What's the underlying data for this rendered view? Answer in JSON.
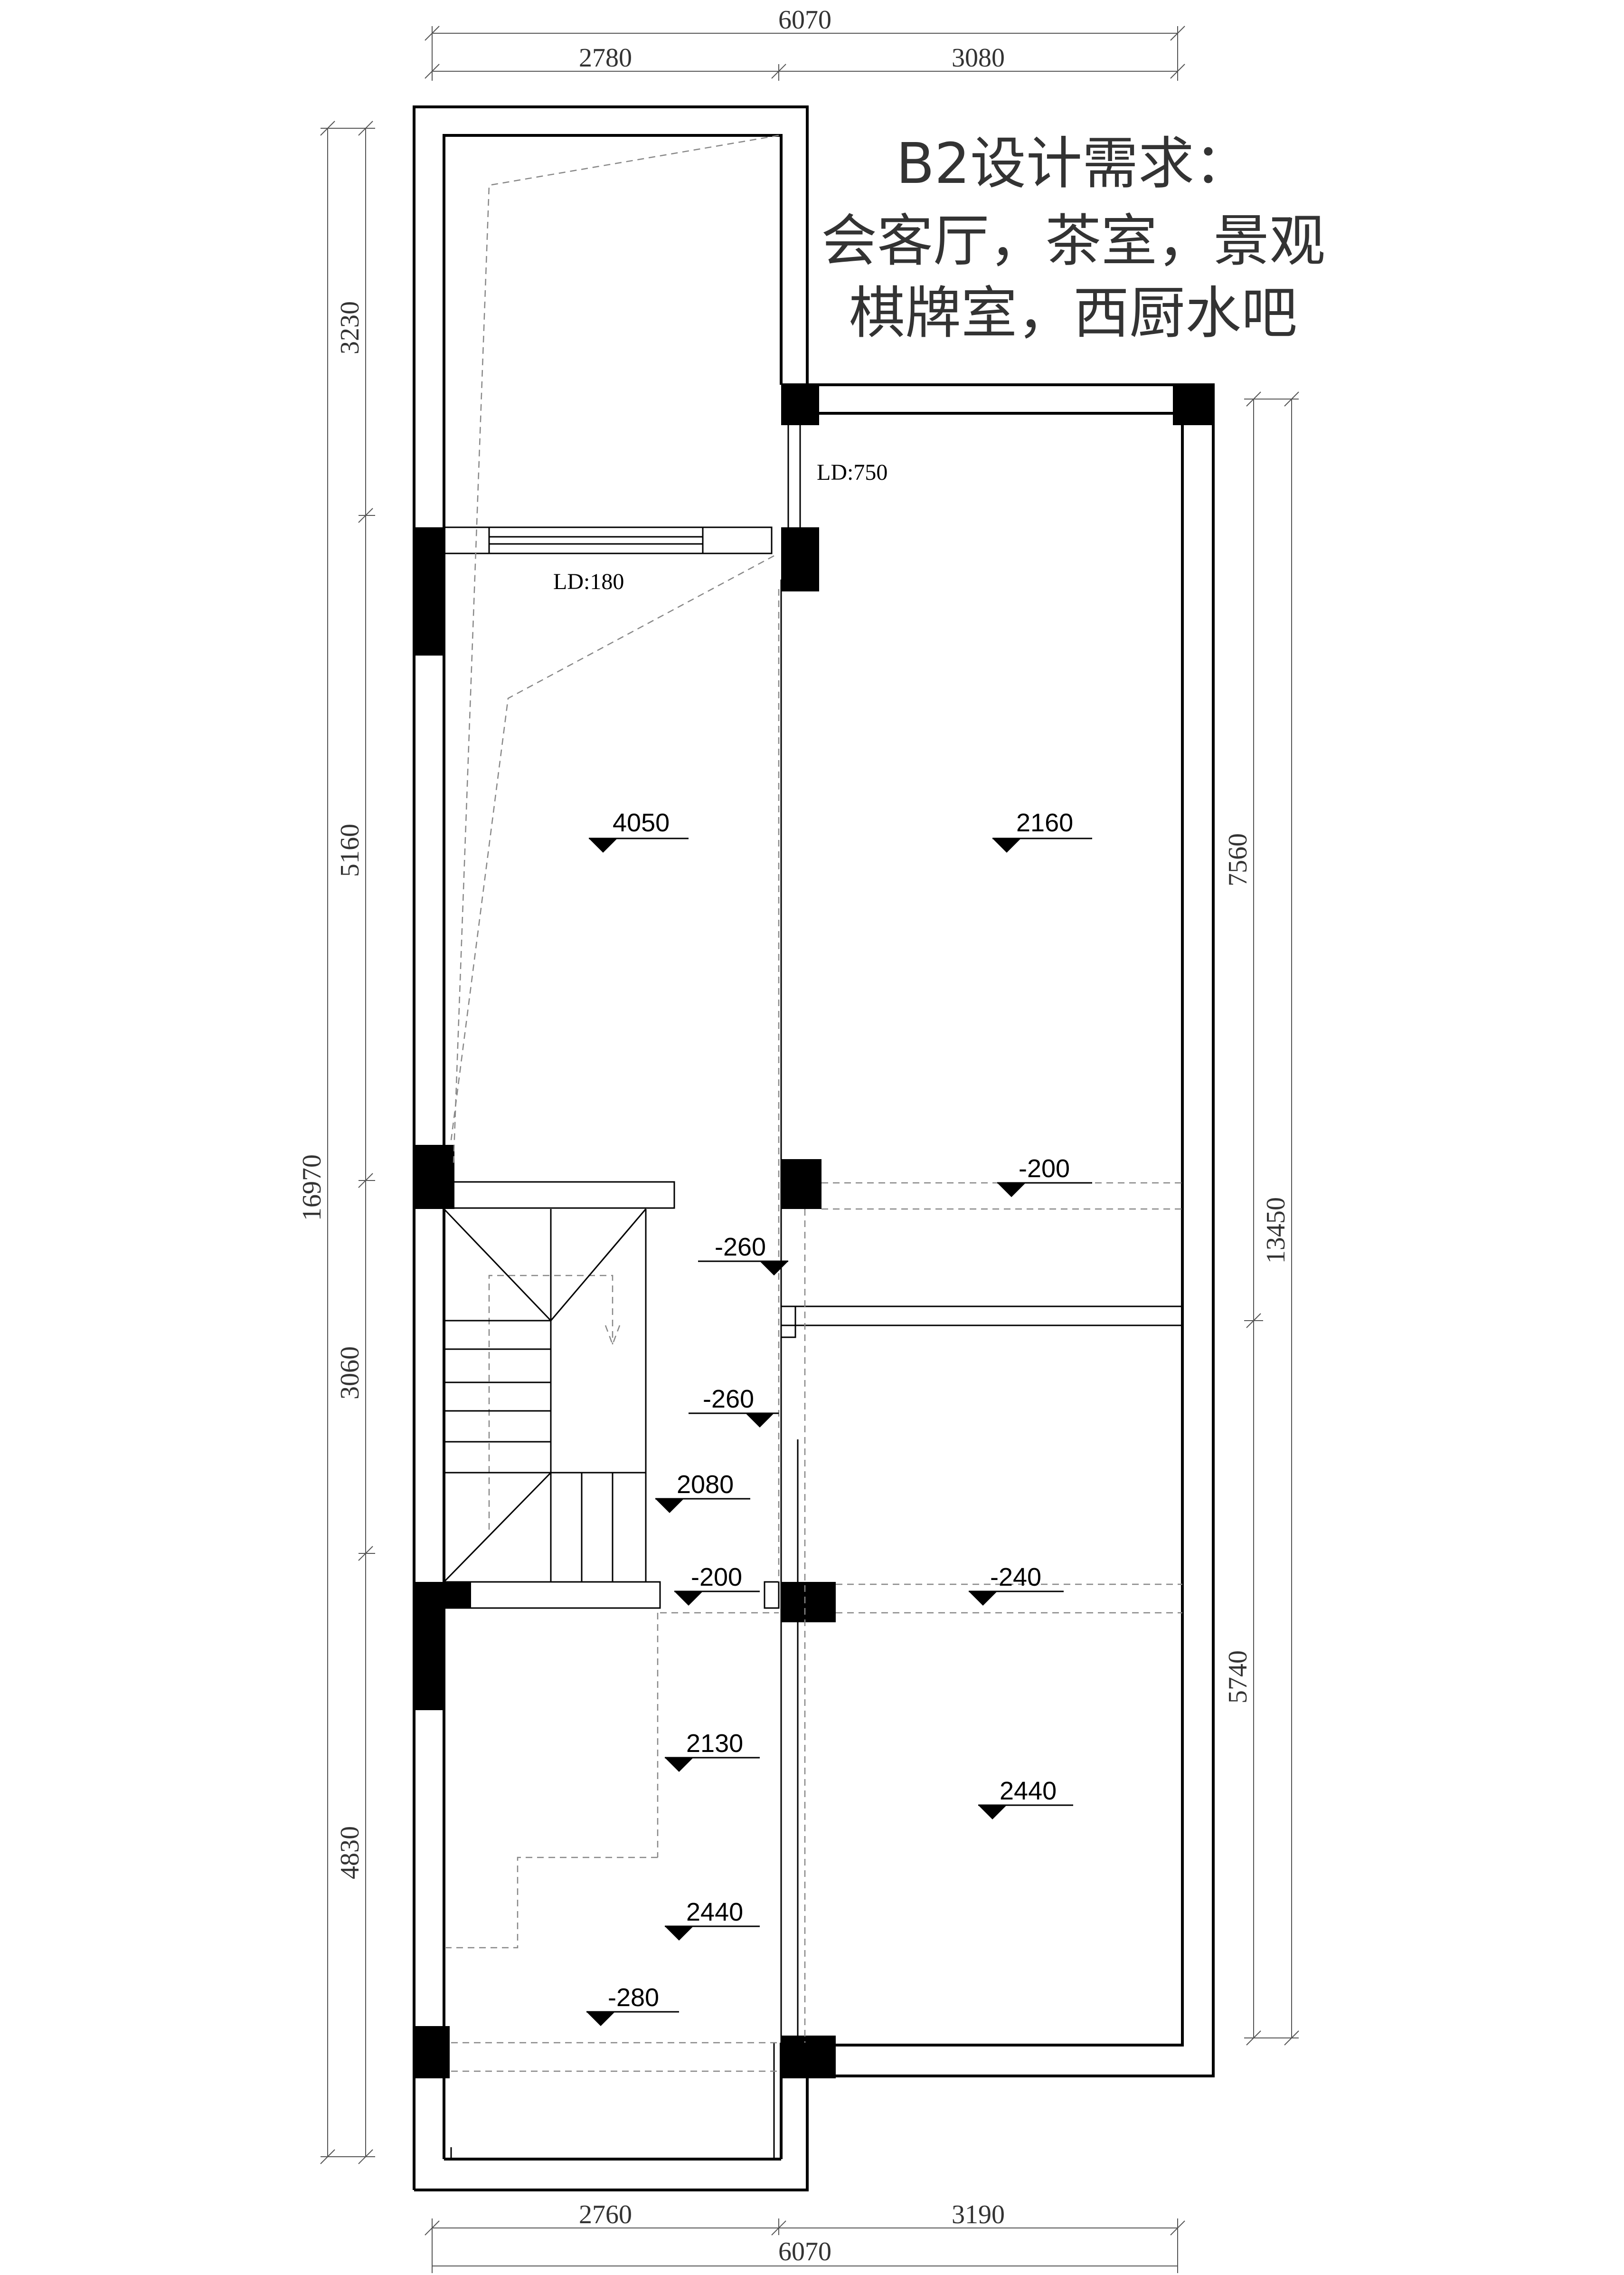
{
  "requirements": {
    "title": "B2设计需求：",
    "line1": "会客厅，茶室，景观",
    "line2": "棋牌室，西厨水吧"
  },
  "dimensions": {
    "top_total": "6070",
    "top_left": "2780",
    "top_right": "3080",
    "bottom_total": "6070",
    "bottom_left": "2760",
    "bottom_right": "3190",
    "left_total": "16970",
    "left_1": "3230",
    "left_2": "5160",
    "left_3": "3060",
    "left_4": "4830",
    "right_total": "13450",
    "right_1": "7560",
    "right_2": "5740"
  },
  "openings": {
    "ld_750": "LD:750",
    "ld_180": "LD:180"
  },
  "levels": {
    "lv_4050": "4050",
    "lv_2160": "2160",
    "lv_m200_a": "-200",
    "lv_m260_a": "-260",
    "lv_m260_b": "-260",
    "lv_2080": "2080",
    "lv_m200_b": "-200",
    "lv_m240": "-240",
    "lv_2130": "2130",
    "lv_2440_a": "2440",
    "lv_2440_b": "2440",
    "lv_m280": "-280"
  }
}
